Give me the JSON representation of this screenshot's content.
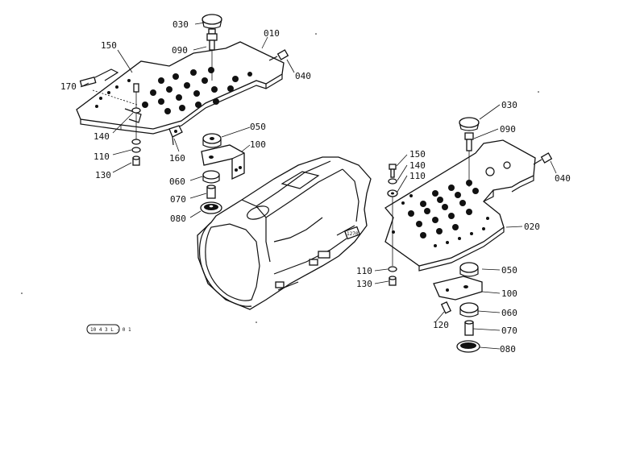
{
  "labels": {
    "l010": "010",
    "l020": "020",
    "l030_left": "030",
    "l030_right": "030",
    "l040_left": "040",
    "l040_right": "040",
    "l050_left": "050",
    "l050_right": "050",
    "l060_left": "060",
    "l060_right": "060",
    "l070_left": "070",
    "l070_right": "070",
    "l080_left": "080",
    "l080_right": "080",
    "l090_left": "090",
    "l090_right": "090",
    "l100_left": "100",
    "l100_right": "100",
    "l110_left": "110",
    "l110_right_top": "110",
    "l110_right_bottom": "110",
    "l120": "120",
    "l130_left": "130",
    "l130_right": "130",
    "l140_left": "140",
    "l140_right": "140",
    "l150_left": "150",
    "l150_right": "150",
    "l160": "160",
    "l170": "170"
  },
  "diagram_code": "10 4 3 L - 0 1",
  "housing_mark": "1270"
}
